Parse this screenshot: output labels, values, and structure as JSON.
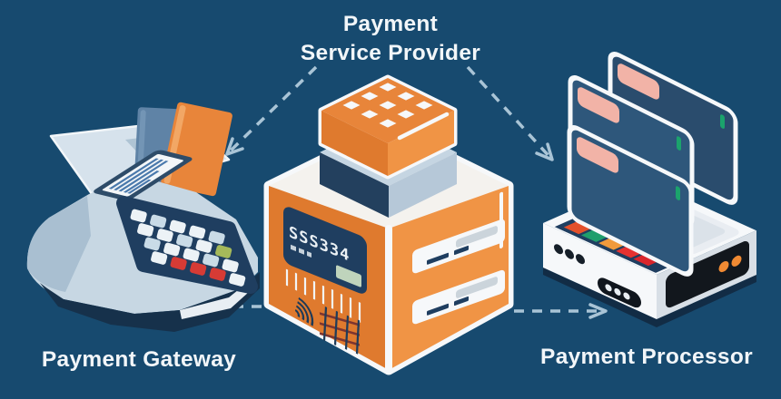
{
  "diagram": {
    "title": {
      "line1": "Payment",
      "line2": "Service Provider"
    },
    "nodes": [
      {
        "id": "payment-gateway",
        "label": "Payment Gateway",
        "illustration": "card-payment-terminal"
      },
      {
        "id": "payment-service-provider",
        "label": "Payment Service Provider",
        "illustration": "orange-isometric-cube-device",
        "display_text": "SSS334"
      },
      {
        "id": "payment-processor",
        "label": "Payment Processor",
        "illustration": "processor-unit-with-cards"
      }
    ],
    "connections": [
      {
        "from": "payment-service-provider",
        "to": "payment-gateway",
        "style": "dashed-diagonal"
      },
      {
        "from": "payment-service-provider",
        "to": "payment-processor",
        "style": "dashed-diagonal"
      },
      {
        "from": "payment-service-provider",
        "to": "payment-gateway",
        "style": "dashed-horizontal"
      },
      {
        "from": "payment-service-provider",
        "to": "payment-processor",
        "style": "dashed-horizontal"
      }
    ]
  },
  "colors": {
    "bg": "#174A6F",
    "text": "#F2F6F9",
    "arrow": "#A9C4D6",
    "orange": "#E8853A",
    "orange_dark": "#DF7A2E",
    "orange_light": "#F09445",
    "white": "#F6F8FA",
    "steel": "#C7D7E3",
    "steel_dark": "#A9BFD1",
    "navy": "#1F3E60",
    "navy_deep": "#16314B",
    "card_navy": "#2E577B",
    "salmon": "#F2B3A7",
    "green_accent": "#1BA36C",
    "lcd_green": "#BFD4BC",
    "red_key": "#D63B35",
    "green_key": "#A5B95A",
    "btn_orangered": "#E4512B",
    "btn_green": "#1F9E6C",
    "btn_orange": "#F09A3C",
    "btn_red": "#E63230",
    "btn_red2": "#D9262C"
  }
}
